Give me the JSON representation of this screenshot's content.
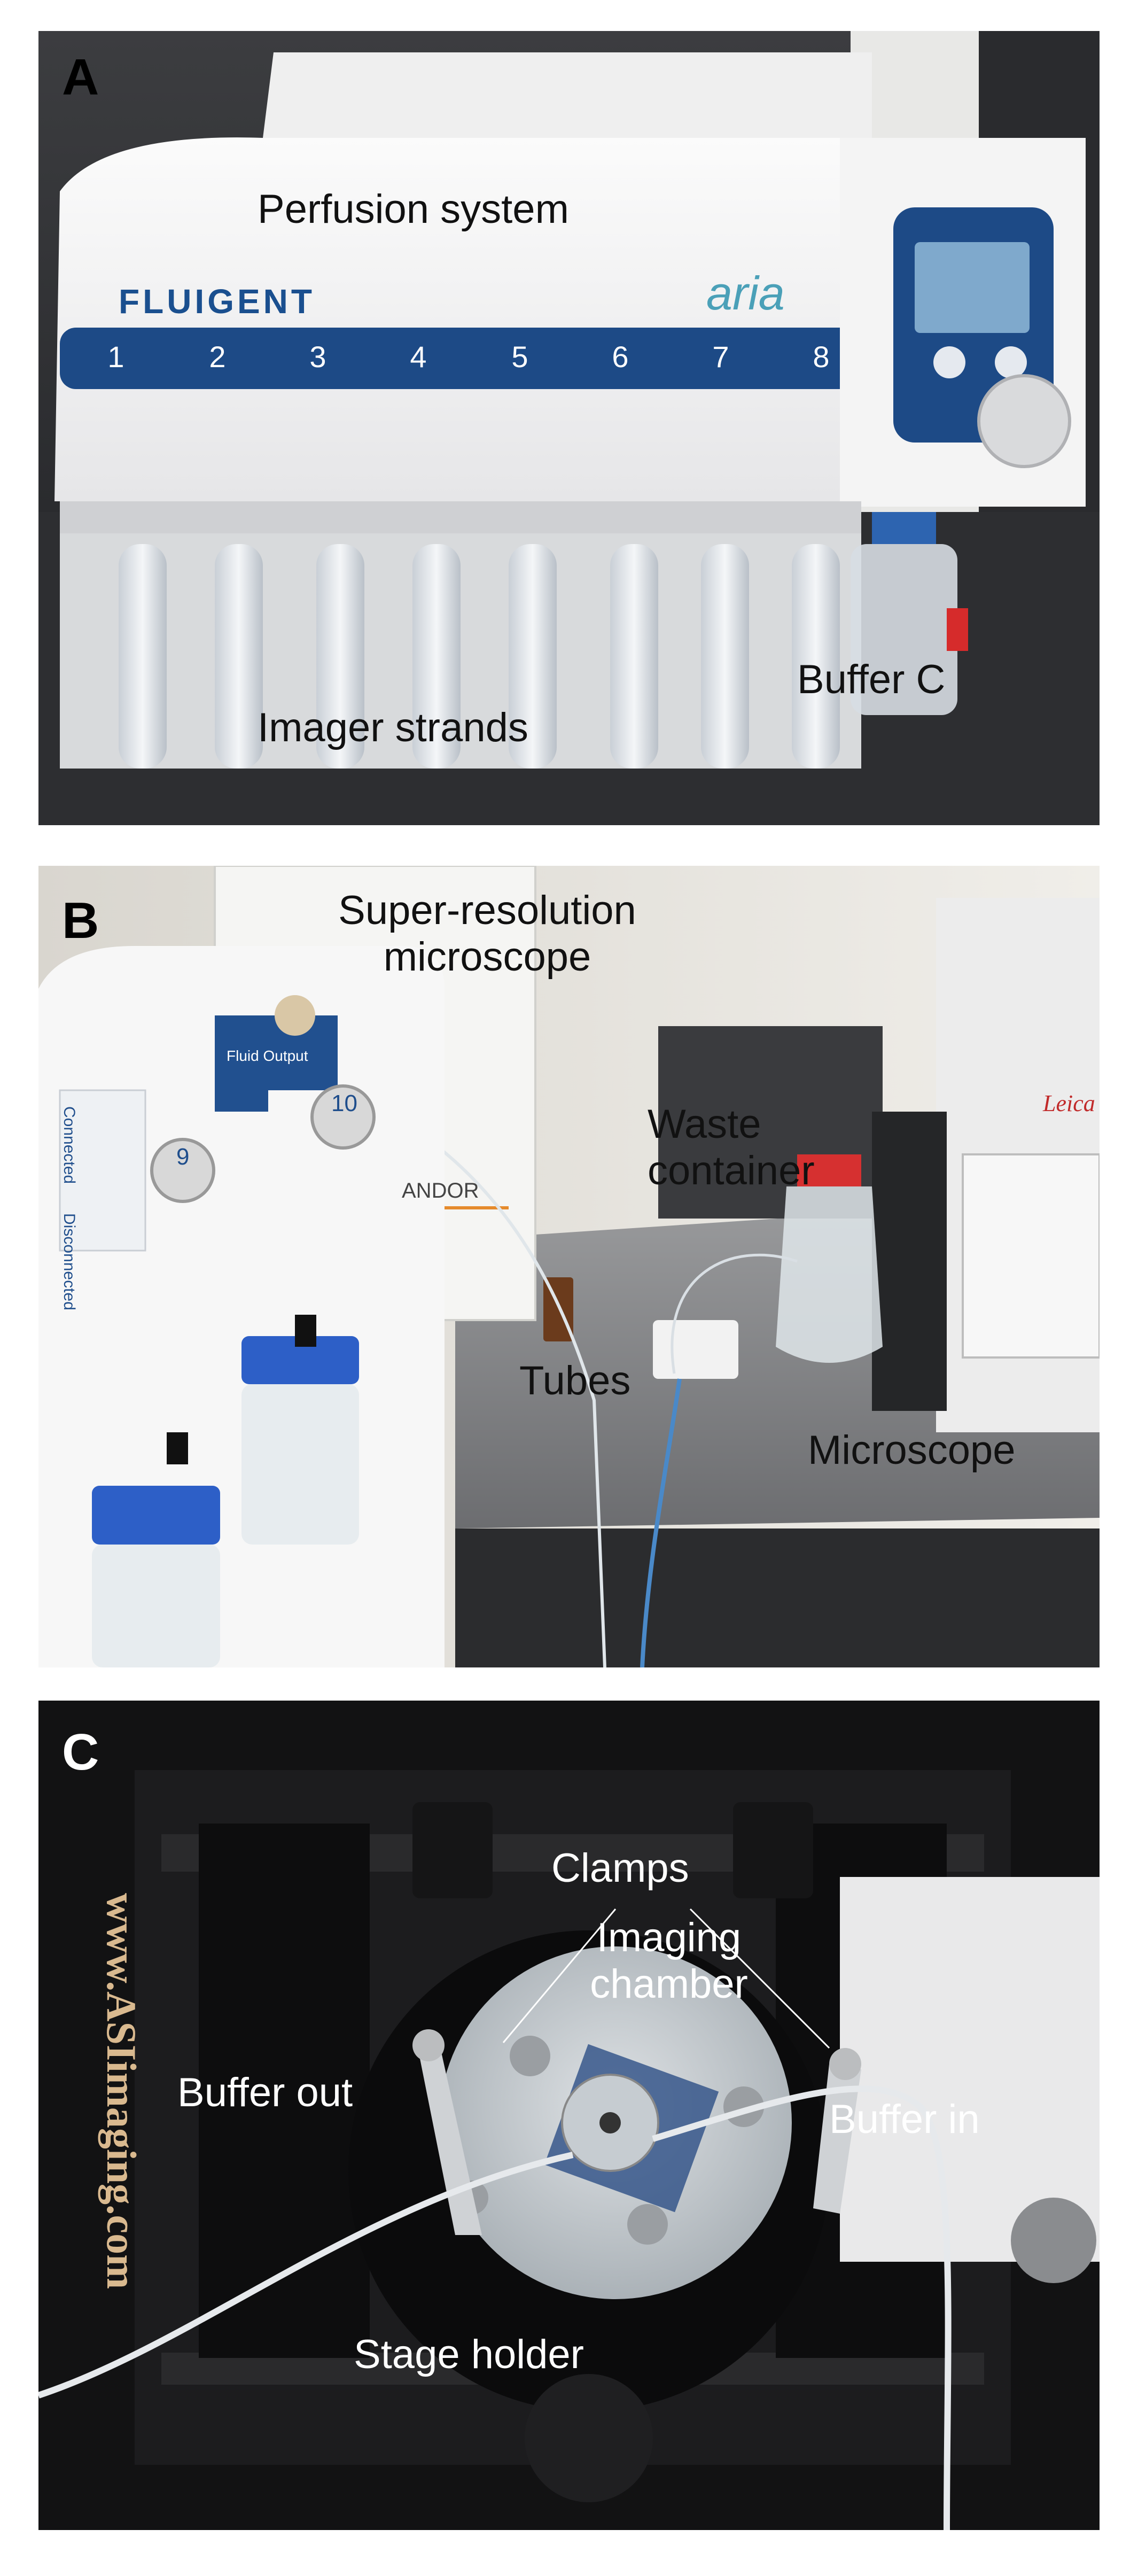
{
  "panels": [
    {
      "letter": "A",
      "labels": {
        "perfusion": "Perfusion system",
        "imager": "Imager strands",
        "buffer_c": "Buffer C",
        "brand": "FLUIGENT",
        "model": "aria",
        "channels": [
          "1",
          "2",
          "3",
          "4",
          "5",
          "6",
          "7",
          "8"
        ]
      }
    },
    {
      "letter": "B",
      "labels": {
        "super_res": "Super-resolution\nmicroscope",
        "waste": "Waste\ncontainer",
        "tubes": "Tubes",
        "microscope": "Microscope",
        "andor": "ANDOR",
        "leica": "Leica",
        "connected": "Connected",
        "disconnected": "Disconnected",
        "fluid_output": "Fluid Output",
        "port9": "9",
        "port10": "10"
      }
    },
    {
      "letter": "C",
      "labels": {
        "clamps": "Clamps",
        "chamber": "Imaging\nchamber",
        "buffer_out": "Buffer out",
        "buffer_in": "Buffer in",
        "stage": "Stage holder",
        "asi": "www.ASIimaging.com"
      }
    }
  ]
}
